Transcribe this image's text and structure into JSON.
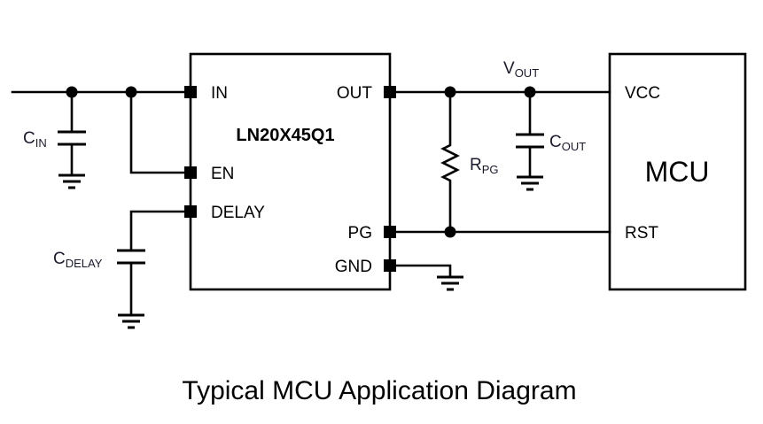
{
  "caption": "Typical MCU Application Diagram",
  "regulator": {
    "part_number": "LN20X45Q1",
    "pins_left": [
      "IN",
      "EN",
      "DELAY"
    ],
    "pins_right": [
      "OUT",
      "PG",
      "GND"
    ]
  },
  "mcu": {
    "title": "MCU",
    "pins": [
      "VCC",
      "RST"
    ]
  },
  "components": {
    "c_in": {
      "main": "C",
      "sub": "IN"
    },
    "c_delay": {
      "main": "C",
      "sub": "DELAY"
    },
    "r_pg": {
      "main": "R",
      "sub": "PG"
    },
    "c_out": {
      "main": "C",
      "sub": "OUT"
    },
    "v_out": {
      "main": "V",
      "sub": "OUT"
    }
  },
  "colors": {
    "line": "#000000",
    "background": "#ffffff"
  }
}
